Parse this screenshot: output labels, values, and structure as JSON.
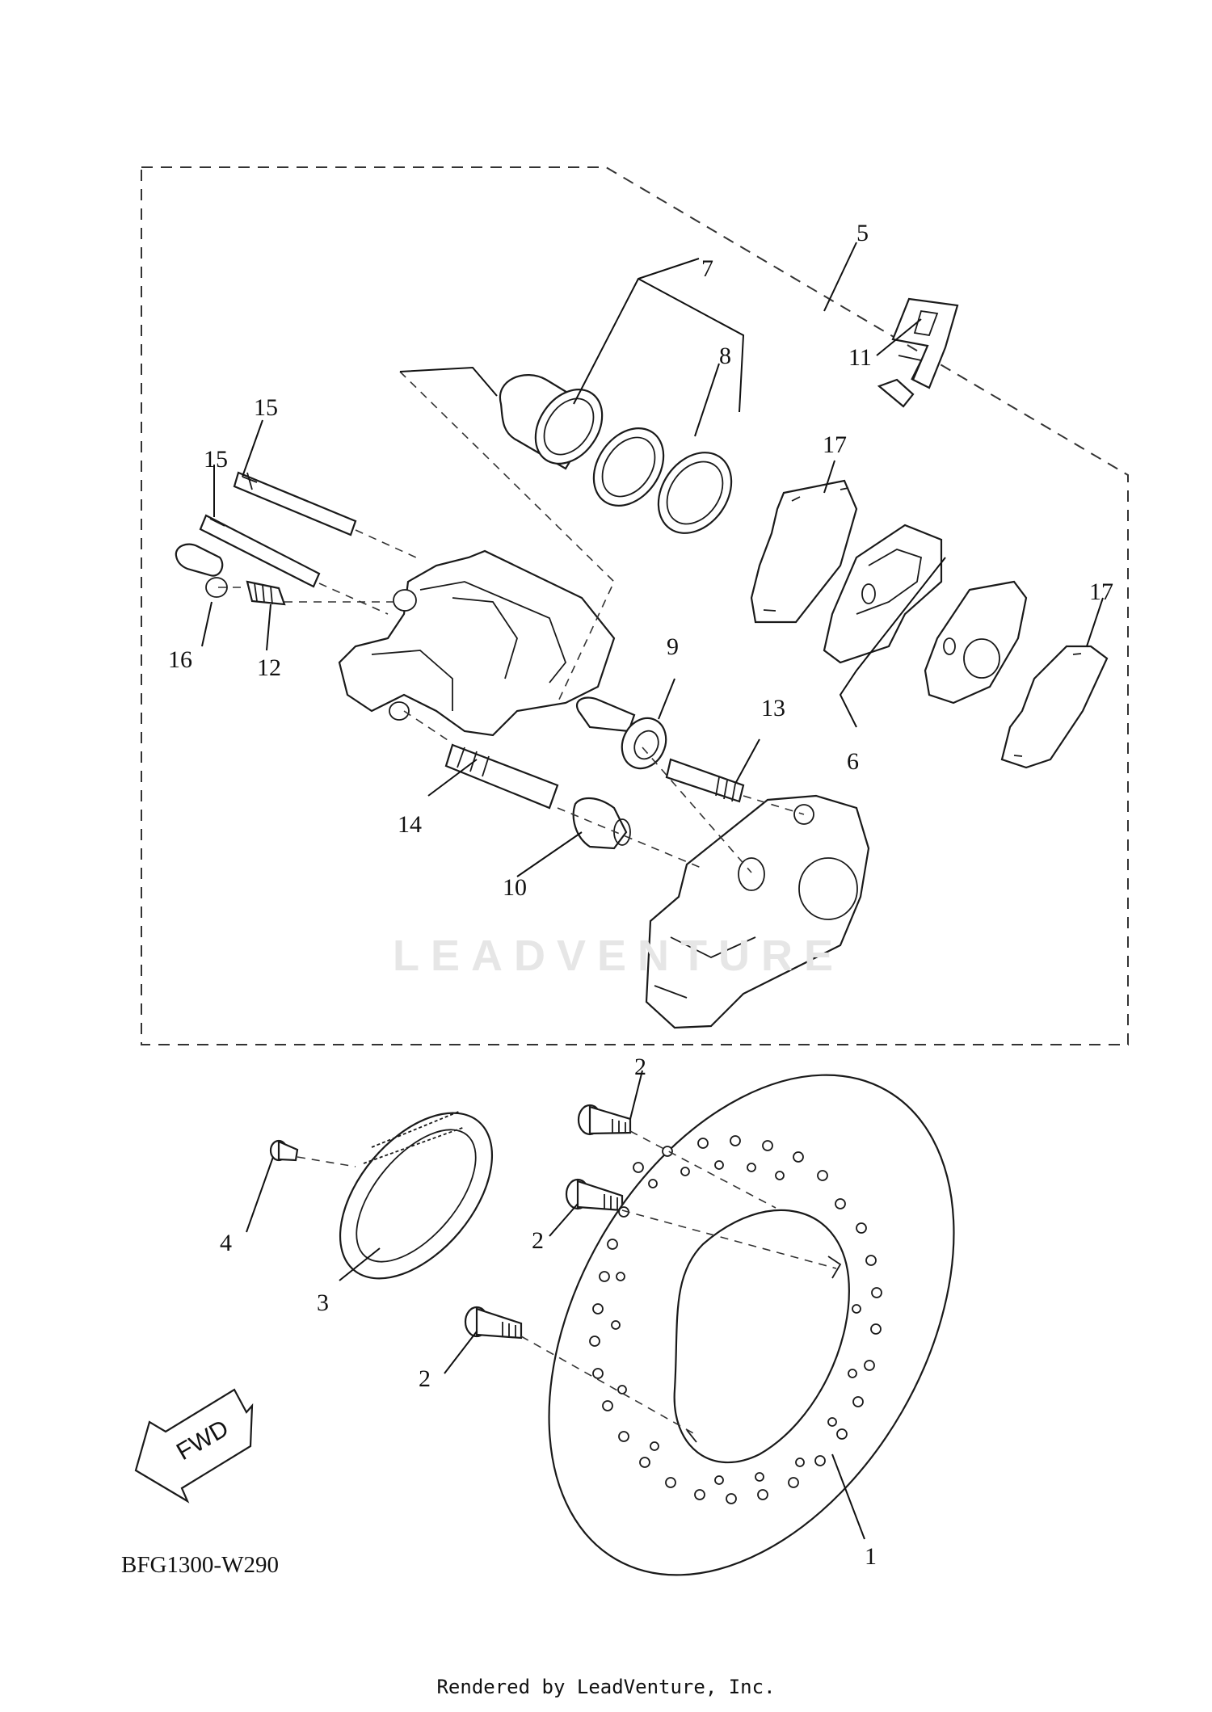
{
  "diagram": {
    "reference_code": "BFG1300-W290",
    "watermark": "LEADVENTURE",
    "footer": "Rendered by LeadVenture, Inc.",
    "direction_label": "FWD",
    "callouts": {
      "c1": "1",
      "c2a": "2",
      "c2b": "2",
      "c2c": "2",
      "c3": "3",
      "c4": "4",
      "c5": "5",
      "c6": "6",
      "c7": "7",
      "c8": "8",
      "c9": "9",
      "c10": "10",
      "c11": "11",
      "c12": "12",
      "c13": "13",
      "c14": "14",
      "c15a": "15",
      "c15b": "15",
      "c16": "16",
      "c17a": "17",
      "c17b": "17"
    }
  }
}
